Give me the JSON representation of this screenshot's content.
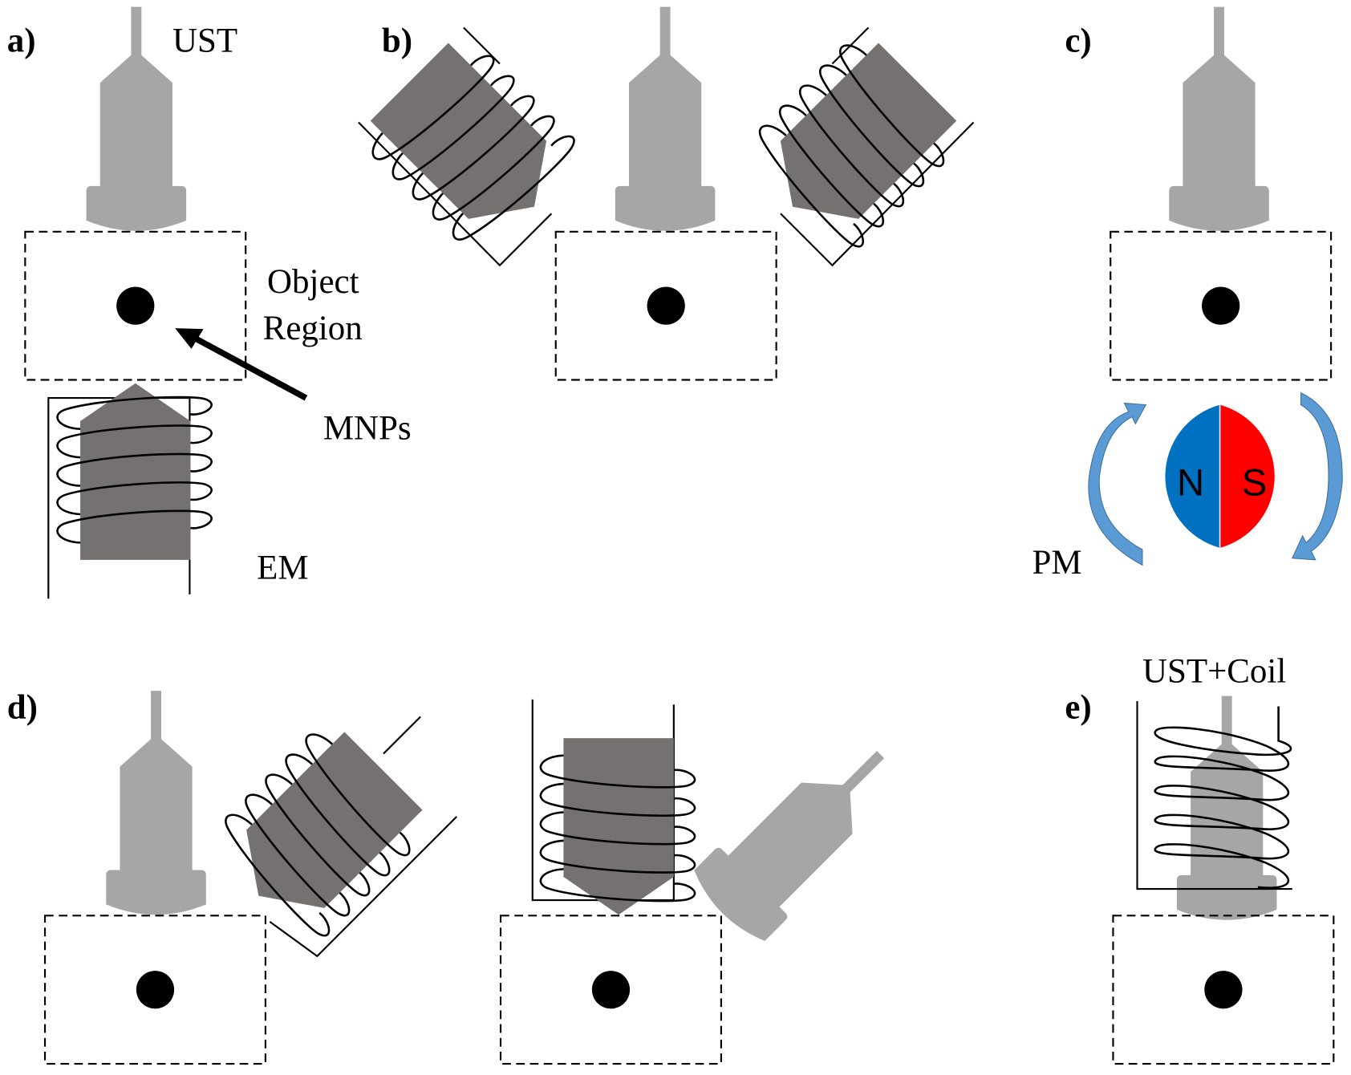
{
  "figure": {
    "panels": [
      {
        "id": "a",
        "label": "a)",
        "annotations": {
          "transducer": "UST",
          "region": "Object Region",
          "particles": "MNPs",
          "magnet": "EM"
        }
      },
      {
        "id": "b",
        "label": "b)"
      },
      {
        "id": "c",
        "label": "c)",
        "annotations": {
          "magnet": "PM",
          "north": "N",
          "south": "S"
        }
      },
      {
        "id": "d",
        "label": "d)"
      },
      {
        "id": "e",
        "label": "e)",
        "annotations": {
          "transducer": "UST+Coil"
        }
      }
    ],
    "object_region_label": [
      "Object",
      "Region"
    ]
  },
  "colors": {
    "transducer": "#a6a6a6",
    "electromagnet_core": "#767171",
    "north_pole": "#0070c0",
    "south_pole": "#ff0000",
    "rotation_arrow": "#5b9bd5"
  }
}
